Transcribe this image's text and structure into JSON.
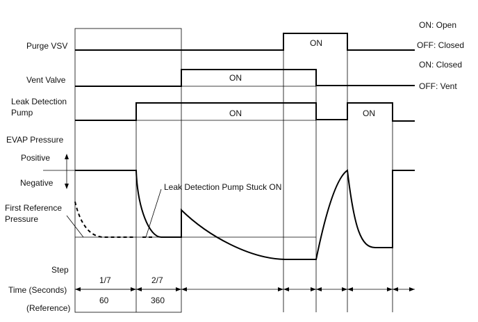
{
  "rows": {
    "purge_vsv": {
      "label": "Purge VSV",
      "state_on": "ON: Open",
      "state_off": "OFF: Closed",
      "on_text": "ON"
    },
    "vent_valve": {
      "label": "Vent Valve",
      "state_on": "ON: Closed",
      "state_off": "OFF: Vent",
      "on_text": "ON"
    },
    "leak_pump": {
      "label_line1": "Leak Detection",
      "label_line2": "Pump",
      "on_text_1": "ON",
      "on_text_2": "ON"
    },
    "evap": {
      "label": "EVAP Pressure",
      "positive": "Positive",
      "negative": "Negative",
      "first_ref_line1": "First Reference",
      "first_ref_line2": "Pressure",
      "stuck_on": "Leak Detection Pump Stuck ON"
    }
  },
  "footer": {
    "step_label": "Step",
    "time_label": "Time (Seconds)",
    "reference_label": "(Reference)",
    "step_1": "1/7",
    "step_2": "2/7",
    "time_1": "60",
    "time_2": "360"
  }
}
